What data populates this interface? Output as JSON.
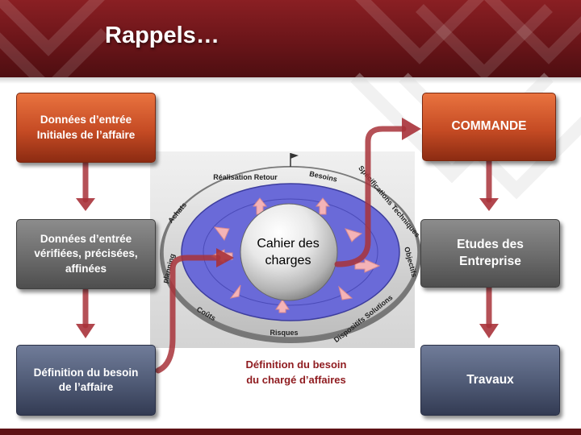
{
  "title": "Rappels…",
  "left_column": [
    {
      "label": "Données d’entrée\nInitiales de l’affaire"
    },
    {
      "label": "Données d’entrée\nvérifiées, précisées,\naffinées"
    },
    {
      "label": "Définition du besoin\nde l’affaire"
    }
  ],
  "right_column": [
    {
      "label": "COMMANDE"
    },
    {
      "label": "Etudes des\nEntreprise"
    },
    {
      "label": "Travaux"
    }
  ],
  "center_caption": "Définition du besoin\ndu chargé d’affaires",
  "wheel": {
    "center_label": "Cahier des\ncharges",
    "segments": [
      "Réalisation Retour",
      "Besoins",
      "Spécifications Techniques",
      "Objectifs",
      "Dispositifs Solutions",
      "Risques",
      "Coûts",
      "planning",
      "Achats"
    ]
  },
  "colors": {
    "header": "#6a1519",
    "orange_box": "#c54b24",
    "grey_box": "#6b6b6b",
    "navy_box": "#4f5a75",
    "caption": "#8f1b1f",
    "wheel_inner": "#6a6ad8",
    "arrow": "#a8323a"
  }
}
